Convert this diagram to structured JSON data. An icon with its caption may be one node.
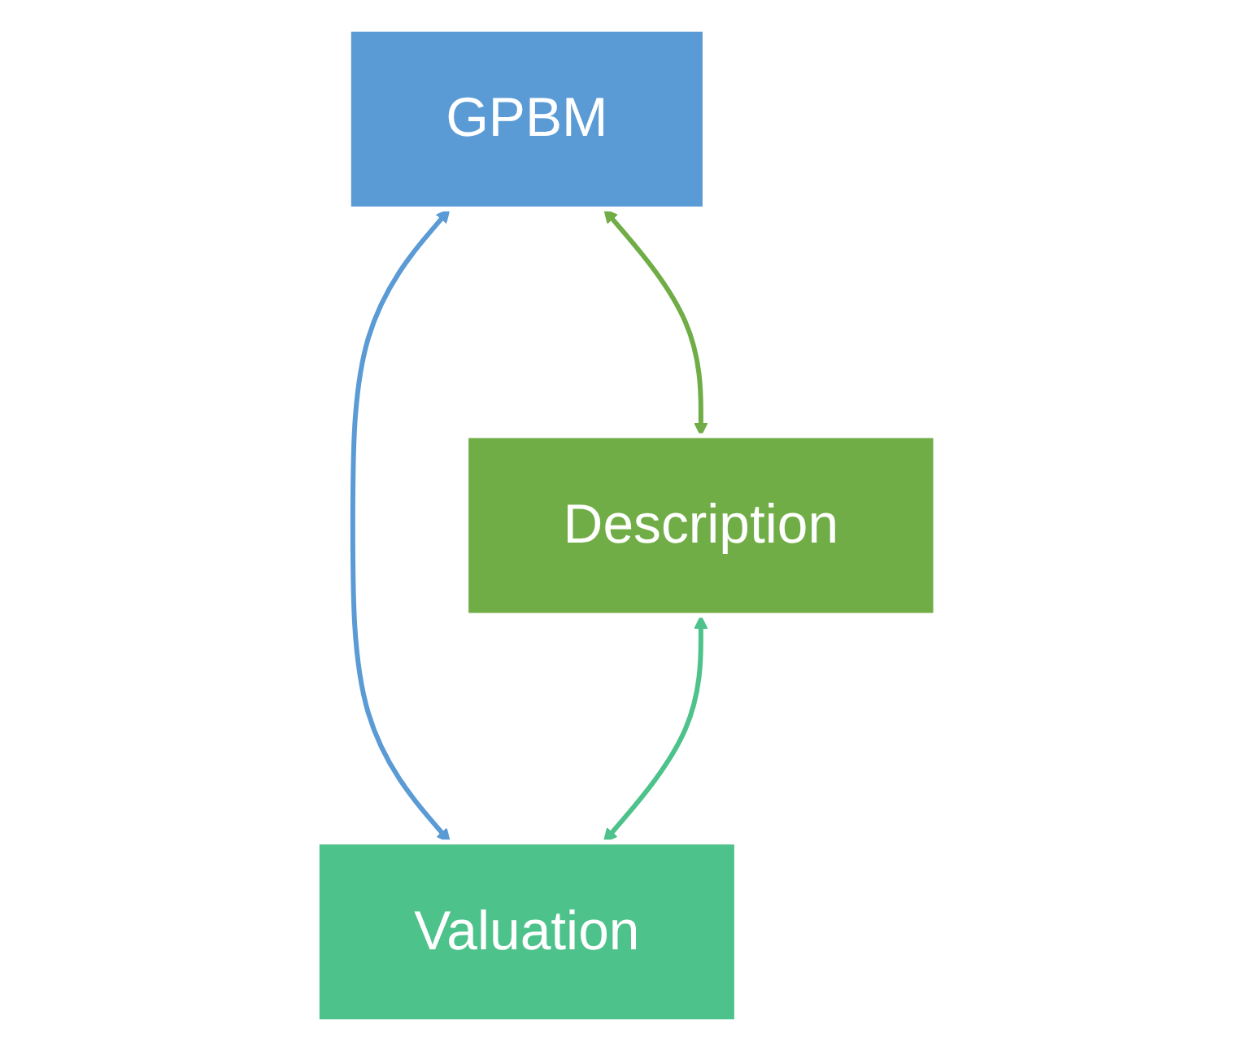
{
  "diagram": {
    "nodes": [
      {
        "text": [
          "GPBM"
        ]
      },
      {
        "text": [
          "Description"
        ]
      },
      {
        "text": [
          "Valuation"
        ]
      }
    ],
    "edges": [
      {
        "from": 0,
        "to": 1,
        "arrow": "both",
        "color": "#70ad47"
      },
      {
        "from": 0,
        "to": 2,
        "arrow": "both",
        "color": "#5b9bd5"
      },
      {
        "from": 1,
        "to": 2,
        "arrow": "both",
        "color": "#4ec28b"
      }
    ]
  }
}
